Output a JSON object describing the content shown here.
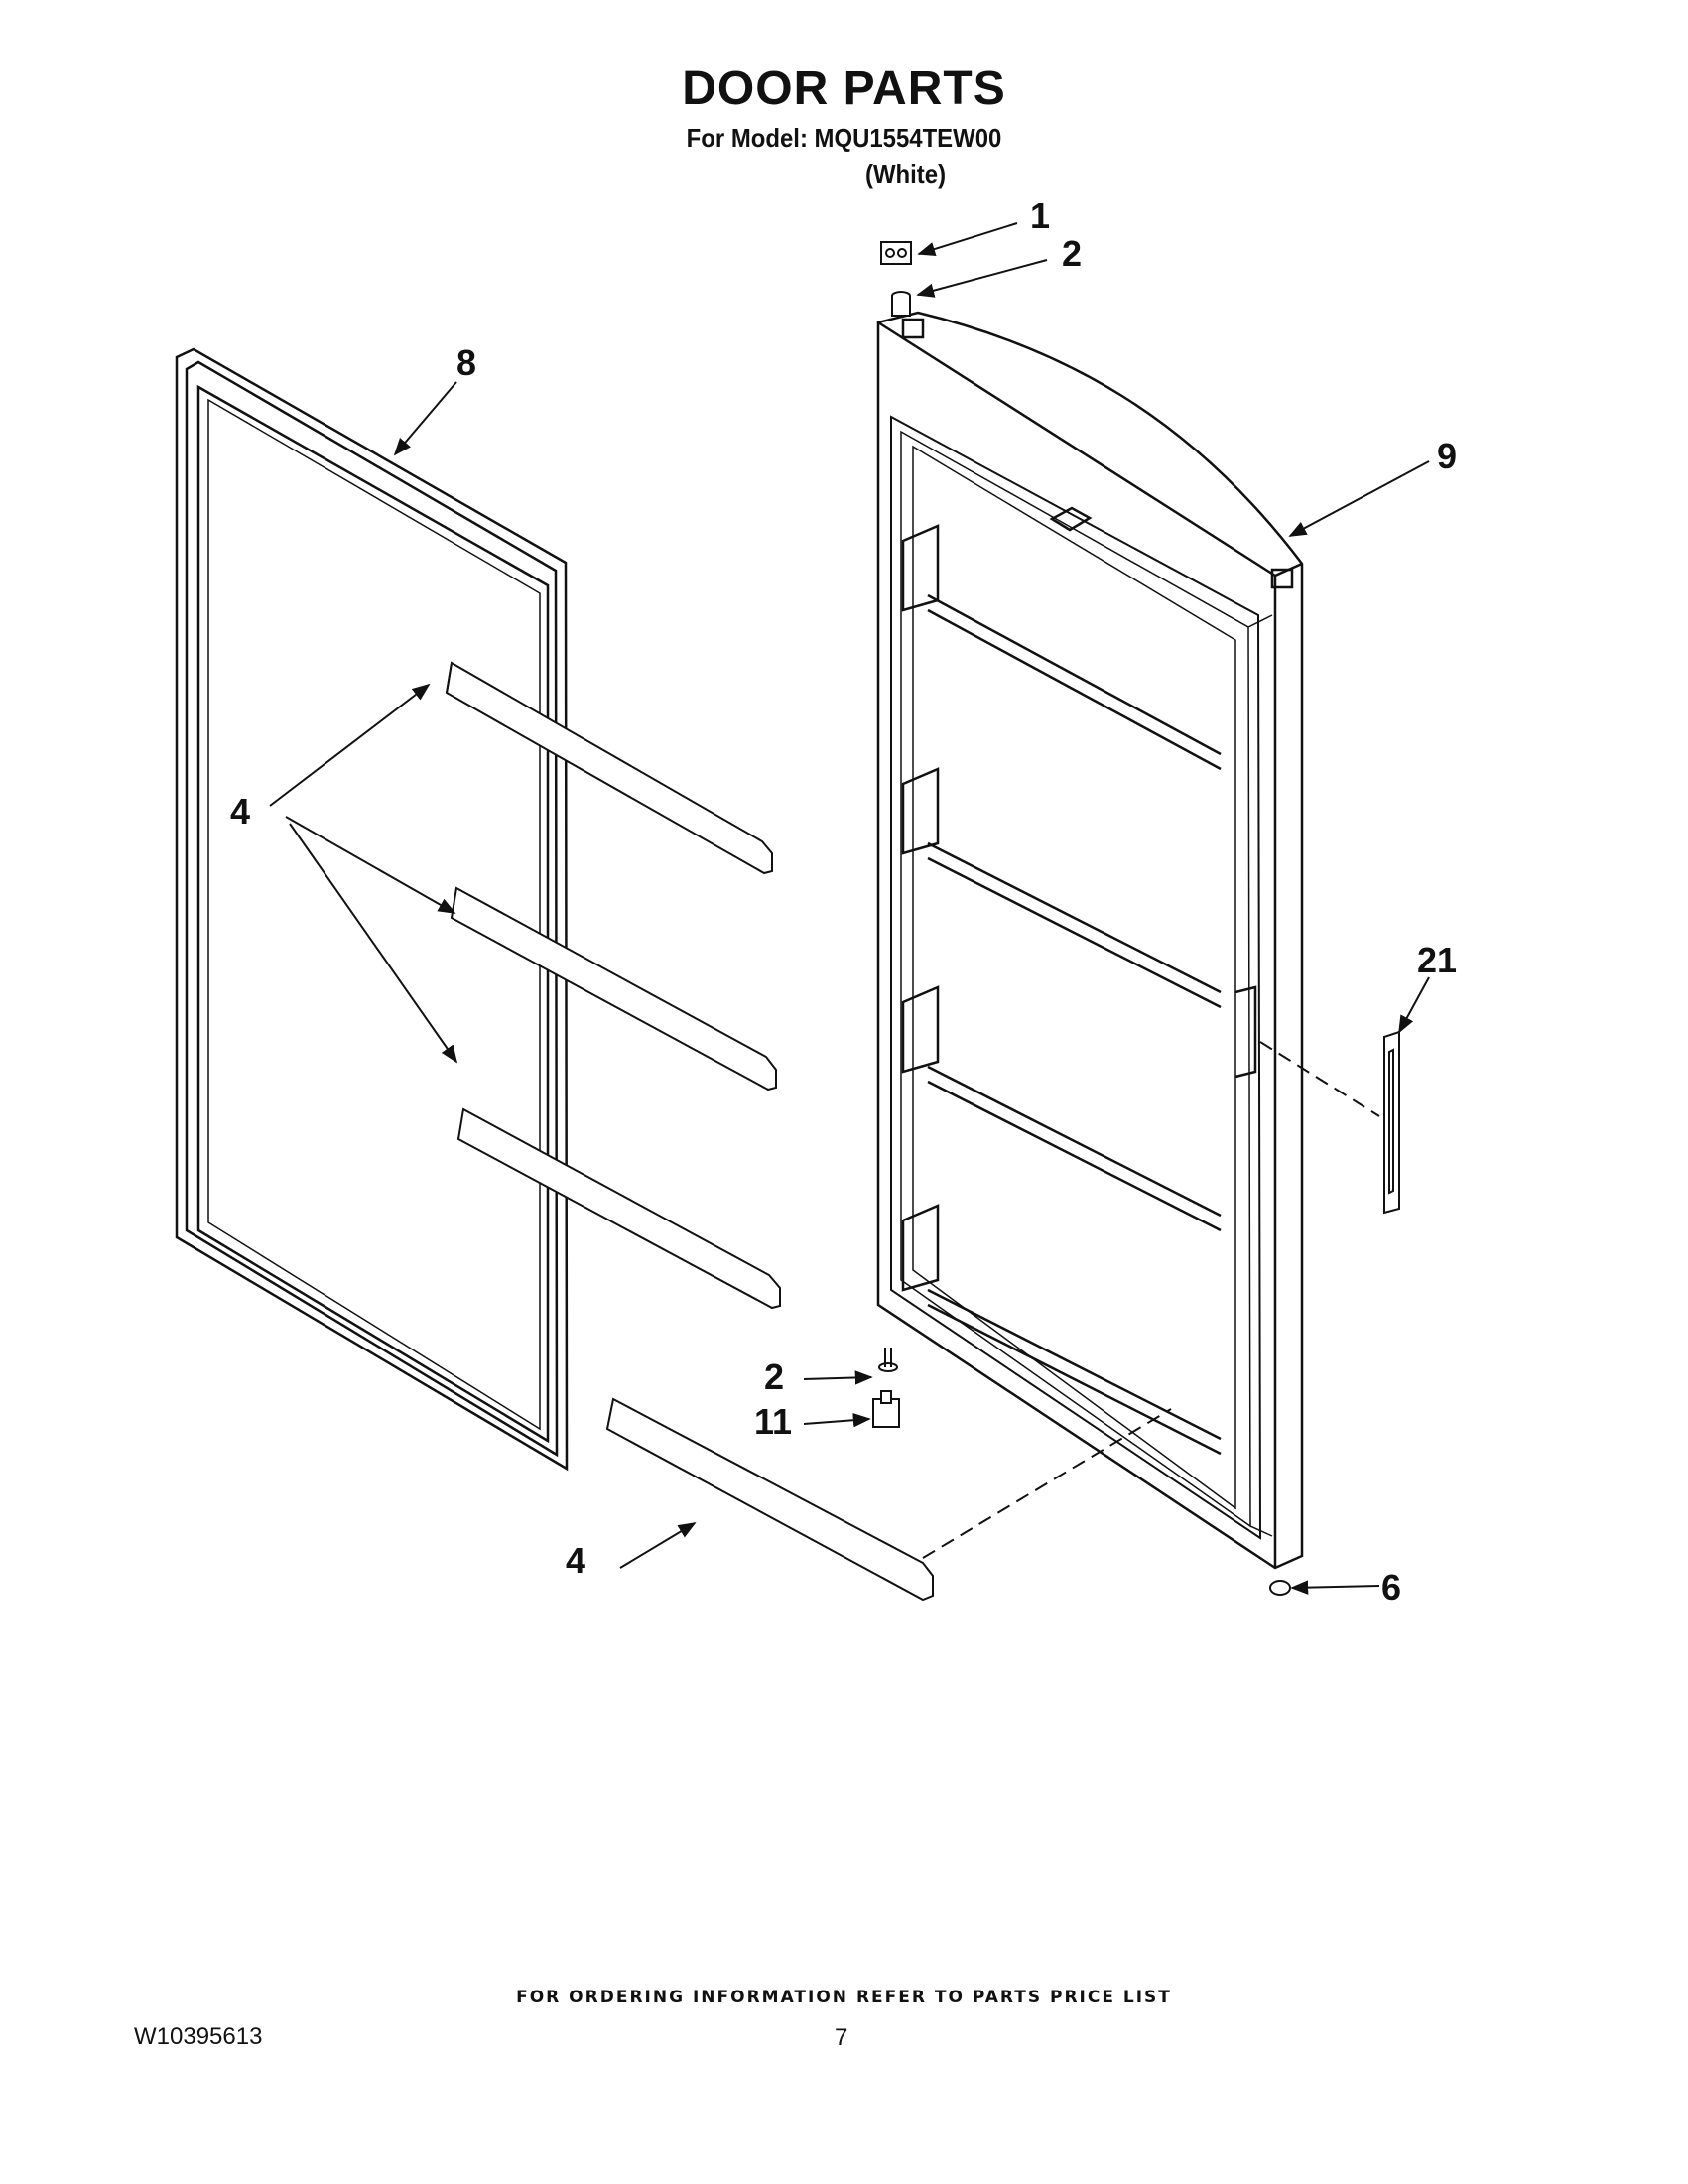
{
  "title": "DOOR PARTS",
  "subtitle": "For Model: MQU1554TEW00",
  "color_note": "(White)",
  "callouts": {
    "c1": "1",
    "c2_top": "2",
    "c8": "8",
    "c9": "9",
    "c4_group": "4",
    "c21": "21",
    "c2_bottom": "2",
    "c11": "11",
    "c4_bottom": "4",
    "c6": "6"
  },
  "footer": {
    "ordering_note": "FOR ORDERING INFORMATION REFER TO PARTS PRICE LIST",
    "doc_id": "W10395613",
    "page_number": "7"
  }
}
